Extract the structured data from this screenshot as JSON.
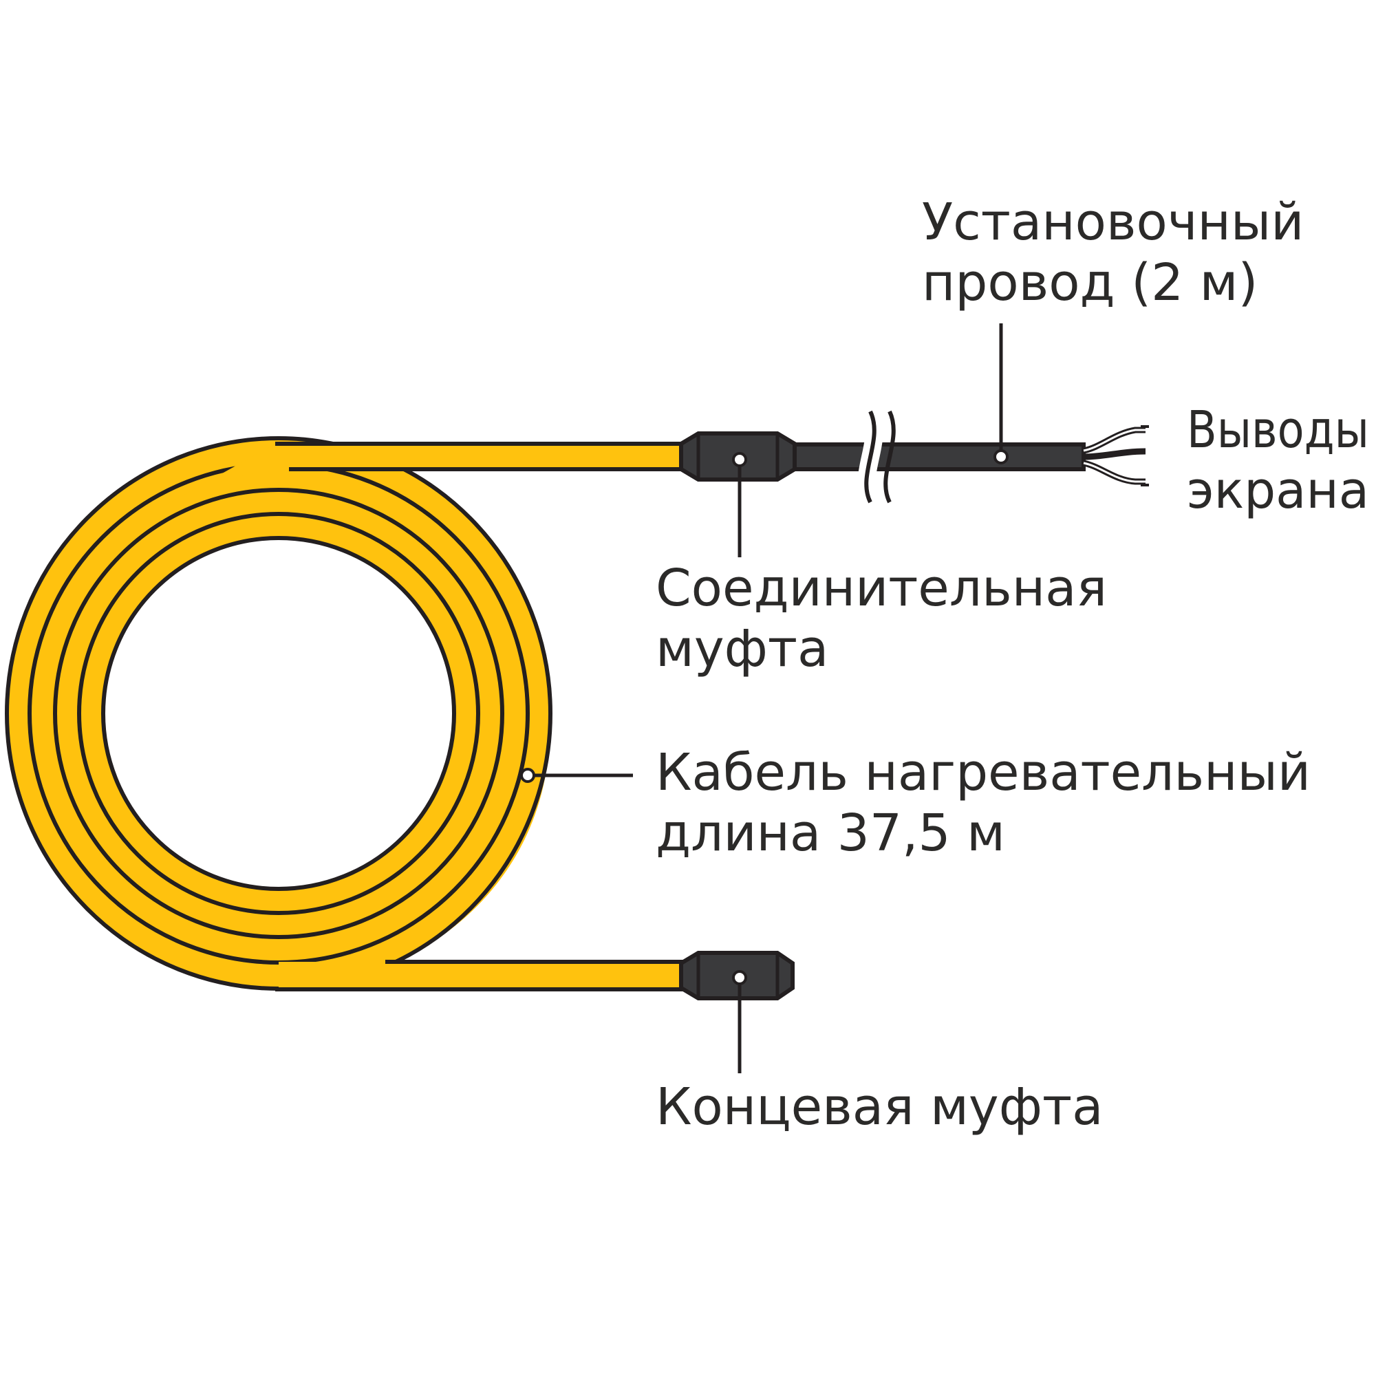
{
  "colors": {
    "cable": "#ffc20e",
    "outline": "#231f20",
    "sleeve": "#3a3a3c",
    "text": "#2b2a29",
    "background": "#ffffff"
  },
  "labels": {
    "installation_wire": {
      "line1": "Установочный",
      "line2": "провод (2 м)"
    },
    "screen_leads": {
      "line1": "Выводы",
      "line2": "экрана"
    },
    "connecting_sleeve": {
      "line1": "Соединительная",
      "line2": "муфта"
    },
    "heating_cable": {
      "line1": "Кабель нагревательный",
      "line2": "длина 37,5 м"
    },
    "end_sleeve": {
      "line1": "Концевая муфта"
    }
  },
  "icons": {
    "coil": "heating-cable-coil-icon",
    "sleeve": "sleeve-icon",
    "wire_break": "wire-break-icon",
    "leads": "wire-leads-icon"
  }
}
